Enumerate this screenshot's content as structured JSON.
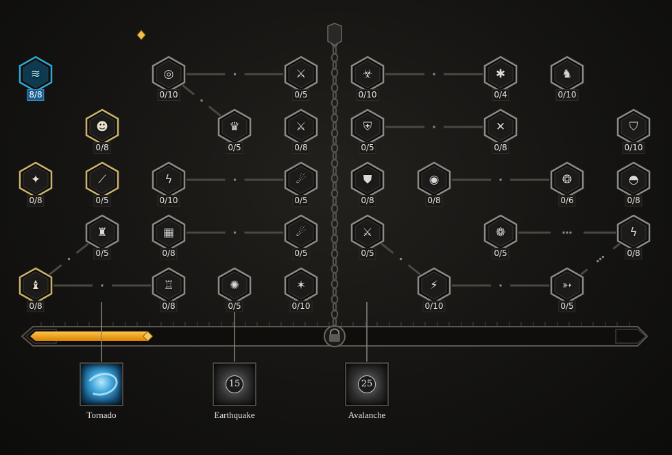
{
  "colors": {
    "gold": "#c9a43a",
    "progress_fill": "#f2a21b",
    "active_rank_bg": "#1d5c8e",
    "frame_gray": "#5a5750"
  },
  "progress": {
    "fill_fraction": 0.19
  },
  "nodes": [
    {
      "id": "n-active-cyclone",
      "icon": "whirlwind-icon",
      "glyph": "≋",
      "rank": "8/8",
      "style": "active"
    },
    {
      "id": "n-hooded-face",
      "icon": "hooded-face-icon",
      "glyph": "☻",
      "rank": "0/8",
      "style": "gold"
    },
    {
      "id": "n-crystal-beast",
      "icon": "crystal-beast-icon",
      "glyph": "✦",
      "rank": "0/8",
      "style": "gold"
    },
    {
      "id": "n-stone-shard",
      "icon": "stone-shard-icon",
      "glyph": "⟋",
      "rank": "0/5",
      "style": "gold"
    },
    {
      "id": "n-stacked-bell",
      "icon": "stacked-bell-icon",
      "glyph": "♜",
      "rank": "0/5",
      "style": "silver"
    },
    {
      "id": "n-totem-left",
      "icon": "totem-icon",
      "glyph": "♝",
      "rank": "0/8",
      "style": "gold"
    },
    {
      "id": "n-wind-coil",
      "icon": "wind-coil-icon",
      "glyph": "◎",
      "rank": "0/10",
      "style": "silver"
    },
    {
      "id": "n-stone-crown",
      "icon": "stone-crown-icon",
      "glyph": "♛",
      "rank": "0/5",
      "style": "silver"
    },
    {
      "id": "n-lightning-hand",
      "icon": "lightning-hand-icon",
      "glyph": "ϟ",
      "rank": "0/10",
      "style": "silver"
    },
    {
      "id": "n-woven-net",
      "icon": "woven-net-icon",
      "glyph": "▦",
      "rank": "0/8",
      "style": "silver"
    },
    {
      "id": "n-totem-lower",
      "icon": "totem-icon",
      "glyph": "♖",
      "rank": "0/8",
      "style": "silver"
    },
    {
      "id": "n-daggers",
      "icon": "crossed-daggers-icon",
      "glyph": "⚔",
      "rank": "0/5",
      "style": "silver"
    },
    {
      "id": "n-sword-strike",
      "icon": "sword-strike-icon",
      "glyph": "⚔",
      "rank": "0/8",
      "style": "silver"
    },
    {
      "id": "n-storm-coil",
      "icon": "storm-coil-icon",
      "glyph": "☄",
      "rank": "0/5",
      "style": "silver"
    },
    {
      "id": "n-comet",
      "icon": "comet-icon",
      "glyph": "☄",
      "rank": "0/5",
      "style": "silver"
    },
    {
      "id": "n-earth-burst",
      "icon": "earth-burst-icon",
      "glyph": "✺",
      "rank": "0/5",
      "style": "silver"
    },
    {
      "id": "n-rock-veins",
      "icon": "rock-veins-icon",
      "glyph": "✶",
      "rank": "0/10",
      "style": "silver"
    },
    {
      "id": "n-beast-mask",
      "icon": "beast-mask-icon",
      "glyph": "☣",
      "rank": "0/10",
      "style": "silver"
    },
    {
      "id": "n-sword-shield",
      "icon": "sword-shield-icon",
      "glyph": "⛨",
      "rank": "0/5",
      "style": "silver"
    },
    {
      "id": "n-shield-ward",
      "icon": "shield-ward-icon",
      "glyph": "⛊",
      "rank": "0/8",
      "style": "silver"
    },
    {
      "id": "n-sword-slash",
      "icon": "sword-slash-icon",
      "glyph": "⚔",
      "rank": "0/5",
      "style": "silver"
    },
    {
      "id": "n-cracked-ground",
      "icon": "cracked-ground-icon",
      "glyph": "⚡",
      "rank": "0/10",
      "style": "silver"
    },
    {
      "id": "n-power-up",
      "icon": "power-up-icon",
      "glyph": "✱",
      "rank": "0/4",
      "style": "silver"
    },
    {
      "id": "n-eagle",
      "icon": "eagle-icon",
      "glyph": "♞",
      "rank": "0/10",
      "style": "silver"
    },
    {
      "id": "n-blades-x",
      "icon": "crossed-blades-icon",
      "glyph": "✕",
      "rank": "0/8",
      "style": "silver"
    },
    {
      "id": "n-helm-guard",
      "icon": "helm-guard-icon",
      "glyph": "⛉",
      "rank": "0/10",
      "style": "silver"
    },
    {
      "id": "n-eye-slash",
      "icon": "eye-slash-icon",
      "glyph": "◉",
      "rank": "0/8",
      "style": "silver"
    },
    {
      "id": "n-vortex",
      "icon": "vortex-icon",
      "glyph": "❂",
      "rank": "0/6",
      "style": "silver"
    },
    {
      "id": "n-stone-dome",
      "icon": "stone-dome-icon",
      "glyph": "◓",
      "rank": "0/8",
      "style": "silver"
    },
    {
      "id": "n-rune-ring",
      "icon": "rune-ring-icon",
      "glyph": "❁",
      "rank": "0/5",
      "style": "silver"
    },
    {
      "id": "n-lightning-rock",
      "icon": "lightning-rock-icon",
      "glyph": "ϟ",
      "rank": "0/8",
      "style": "silver"
    },
    {
      "id": "n-broken-spear",
      "icon": "broken-spear-icon",
      "glyph": "➳",
      "rank": "0/5",
      "style": "silver"
    }
  ],
  "skills": [
    {
      "id": "tornado",
      "label": "Tornado",
      "icon": "tornado-icon",
      "unlock_level": ""
    },
    {
      "id": "earthquake",
      "label": "Earthquake",
      "icon": "earthquake-icon",
      "unlock_level": "15"
    },
    {
      "id": "avalanche",
      "label": "Avalanche",
      "icon": "avalanche-icon",
      "unlock_level": "25"
    }
  ]
}
